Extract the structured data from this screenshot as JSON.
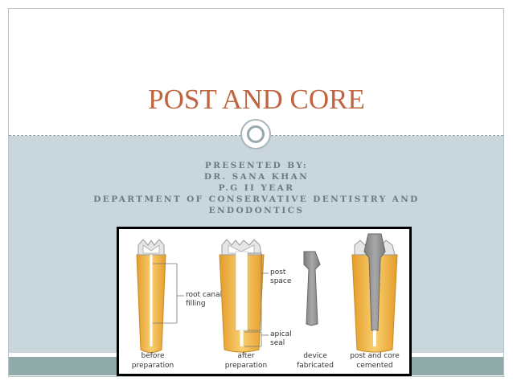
{
  "slide": {
    "title": "POST AND CORE",
    "presenter_lines": [
      "PRESENTED BY:",
      "DR. SANA KHAN",
      "P.G II YEAR",
      "DEPARTMENT OF CONSERVATIVE DENTISTRY AND",
      "ENDODONTICS"
    ]
  },
  "figure": {
    "callouts": {
      "root_canal_filling": [
        "root canal",
        "filling"
      ],
      "post_space": [
        "post",
        "space"
      ],
      "apical_seal": [
        "apical",
        "seal"
      ]
    },
    "stages": [
      {
        "line1": "before",
        "line2": "preparation"
      },
      {
        "line1": "after",
        "line2": "preparation"
      },
      {
        "line1": "device",
        "line2": "fabricated"
      },
      {
        "line1": "post and core",
        "line2": "cemented"
      }
    ]
  },
  "colors": {
    "title": "#c0653f",
    "panel": "#c9d6dc",
    "strip": "#8faaa9",
    "tooth": "#f0b84a",
    "post": "#8a8a8a"
  }
}
